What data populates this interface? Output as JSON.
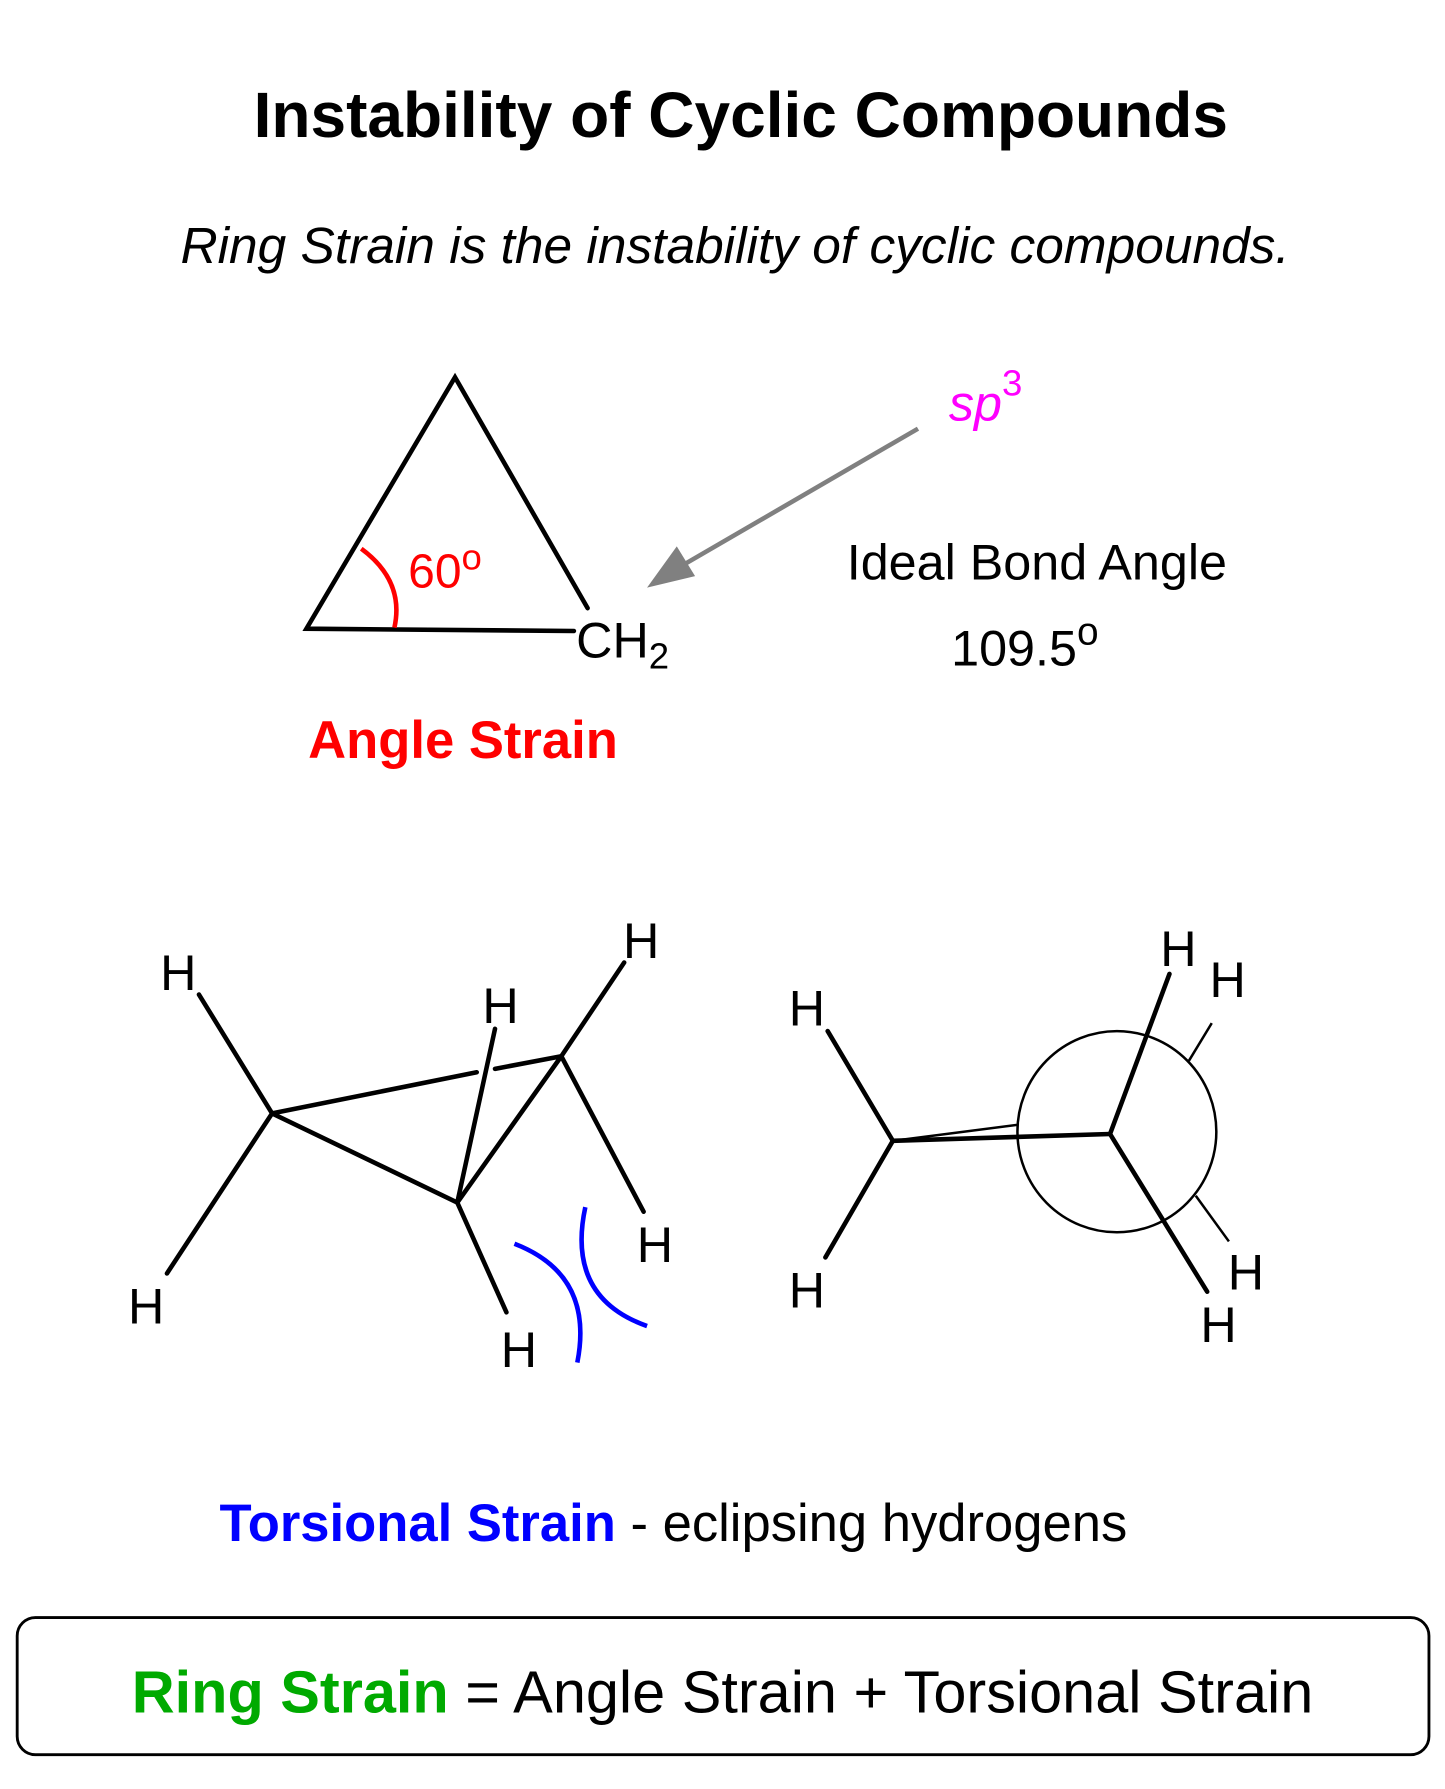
{
  "title": "Instability of Cyclic Compounds",
  "subtitle": "Ring Strain is the instability of cyclic compounds.",
  "angle_section": {
    "ch2_label": "CH",
    "ch2_subscript": "2",
    "angle_label": "60",
    "degree": "o",
    "hybridization": "sp",
    "hybridization_sup": "3",
    "ideal_label": "Ideal Bond Angle",
    "ideal_value": "109.5",
    "caption": "Angle Strain"
  },
  "hydrogen_label": "H",
  "torsional": {
    "label": "Torsional Strain",
    "description": "- eclipsing hydrogens"
  },
  "equation": {
    "lhs": "Ring Strain",
    "rhs": "= Angle Strain + Torsional Strain"
  },
  "colors": {
    "angle": "#ff0000",
    "torsional": "#0000ff",
    "ring": "#00aa00",
    "sp3": "#ff00ff",
    "arrow": "#808080"
  }
}
